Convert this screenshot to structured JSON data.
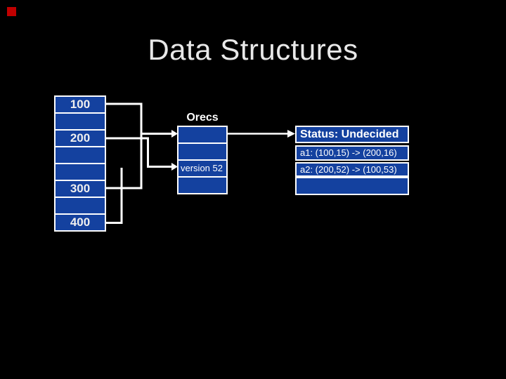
{
  "title": "Data Structures",
  "memory_table": {
    "rows": [
      "100",
      "",
      "200",
      "",
      "",
      "300",
      "",
      "400"
    ]
  },
  "orecs": {
    "label": "Orecs",
    "rows": [
      "",
      "",
      "version 52",
      ""
    ]
  },
  "status_box": {
    "title": "Status: Undecided",
    "entries": [
      "a1: (100,15) -> (200,16)",
      "a2: (200,52) -> (100,53)"
    ],
    "blank": ""
  },
  "colors": {
    "background": "#000000",
    "box_fill": "#14419f",
    "box_border": "#ffffff",
    "connector_line": "#ffffff",
    "text": "#ffffff",
    "title_text": "#e8e8e8",
    "corner_marker": "#c00000"
  }
}
